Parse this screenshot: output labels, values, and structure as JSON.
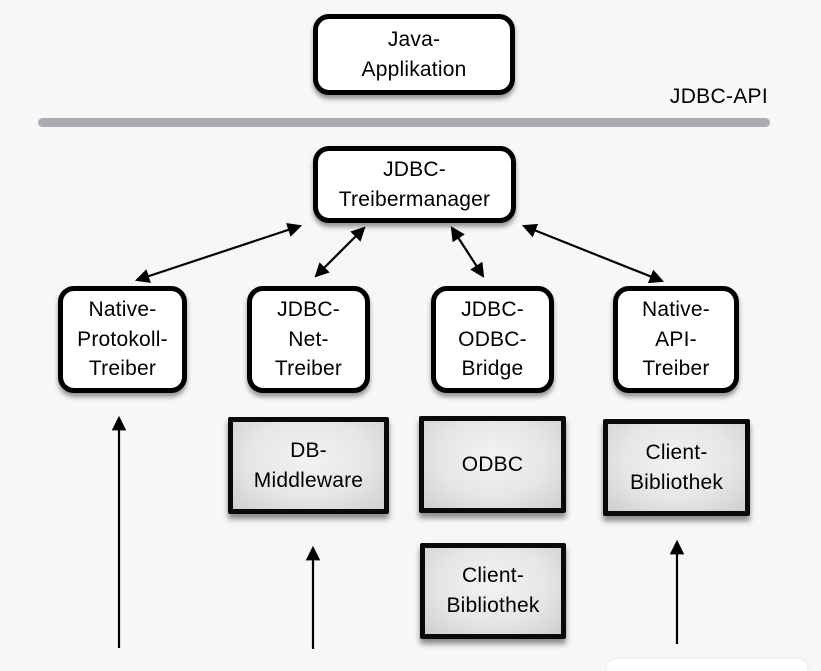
{
  "diagram": {
    "api_label": "JDBC-API",
    "nodes": {
      "java_application": "Java-\nApplikation",
      "treibermanager": "JDBC-\nTreibermanager",
      "native_protokoll_treiber": "Native-\nProtokoll-\nTreiber",
      "jdbc_net_treiber": "JDBC-\nNet-\nTreiber",
      "jdbc_odbc_bridge": "JDBC-\nODBC-\nBridge",
      "native_api_treiber": "Native-\nAPI-\nTreiber",
      "db_middleware": "DB-\nMiddleware",
      "odbc": "ODBC",
      "client_bibliothek_middle": "Client-\nBibliothek",
      "client_bibliothek_right": "Client-\nBibliothek"
    },
    "colors": {
      "background": "#f7f7f8",
      "box_fill": "#ffffff",
      "box_border": "#000000",
      "gray_box_center": "#f3f3f3",
      "gray_box_edge": "#cfcfcf",
      "divider": "#ababaf",
      "arrow": "#000000",
      "text": "#000000"
    }
  }
}
